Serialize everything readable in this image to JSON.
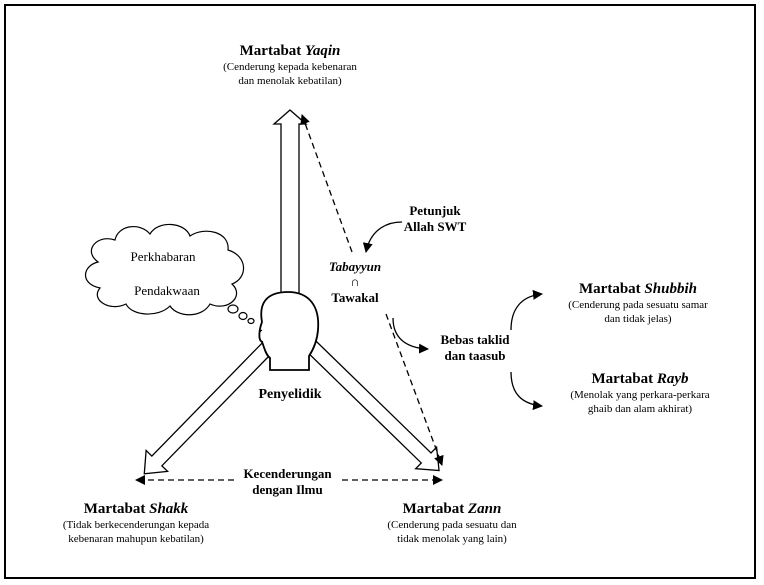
{
  "yaqin": {
    "title_plain": "Martabat",
    "title_italic": "Yaqin",
    "desc_line1": "(Cenderung  kepada kebenaran",
    "desc_line2": "dan menolak  kebatilan)"
  },
  "petunjuk": {
    "line1": "Petunjuk",
    "line2": "Allah SWT"
  },
  "tabayyun": {
    "word": "Tabayyun",
    "symbol": "∩",
    "tawakal": "Tawakal"
  },
  "cloud": {
    "line1": "Perkhabaran",
    "line2": "Pendakwaan"
  },
  "shubbih": {
    "title_plain": "Martabat",
    "title_italic": "Shubbih",
    "desc_line1": "(Cenderung  pada sesuatu  samar",
    "desc_line2": "dan tidak jelas)"
  },
  "bebas": {
    "line1": "Bebas taklid",
    "line2": "dan taasub"
  },
  "rayb": {
    "title_plain": "Martabat",
    "title_italic": "Rayb",
    "desc_line1": "(Menolak  yang perkara-perkara",
    "desc_line2": "ghaib  dan alam  akhirat)"
  },
  "penyelidik": "Penyelidik",
  "kecenderungan": {
    "line1": "Kecenderungan",
    "line2": "dengan Ilmu"
  },
  "shakk": {
    "title_plain": "Martabat",
    "title_italic": "Shakk",
    "desc_line1": "(Tidak  berkecenderungan  kepada",
    "desc_line2": "kebenaran  mahupun  kebatilan)"
  },
  "zann": {
    "title_plain": "Martabat",
    "title_italic": "Zann",
    "desc_line1": "(Cenderung  pada sesuatu  dan",
    "desc_line2": "tidak  menolak  yang lain)"
  }
}
